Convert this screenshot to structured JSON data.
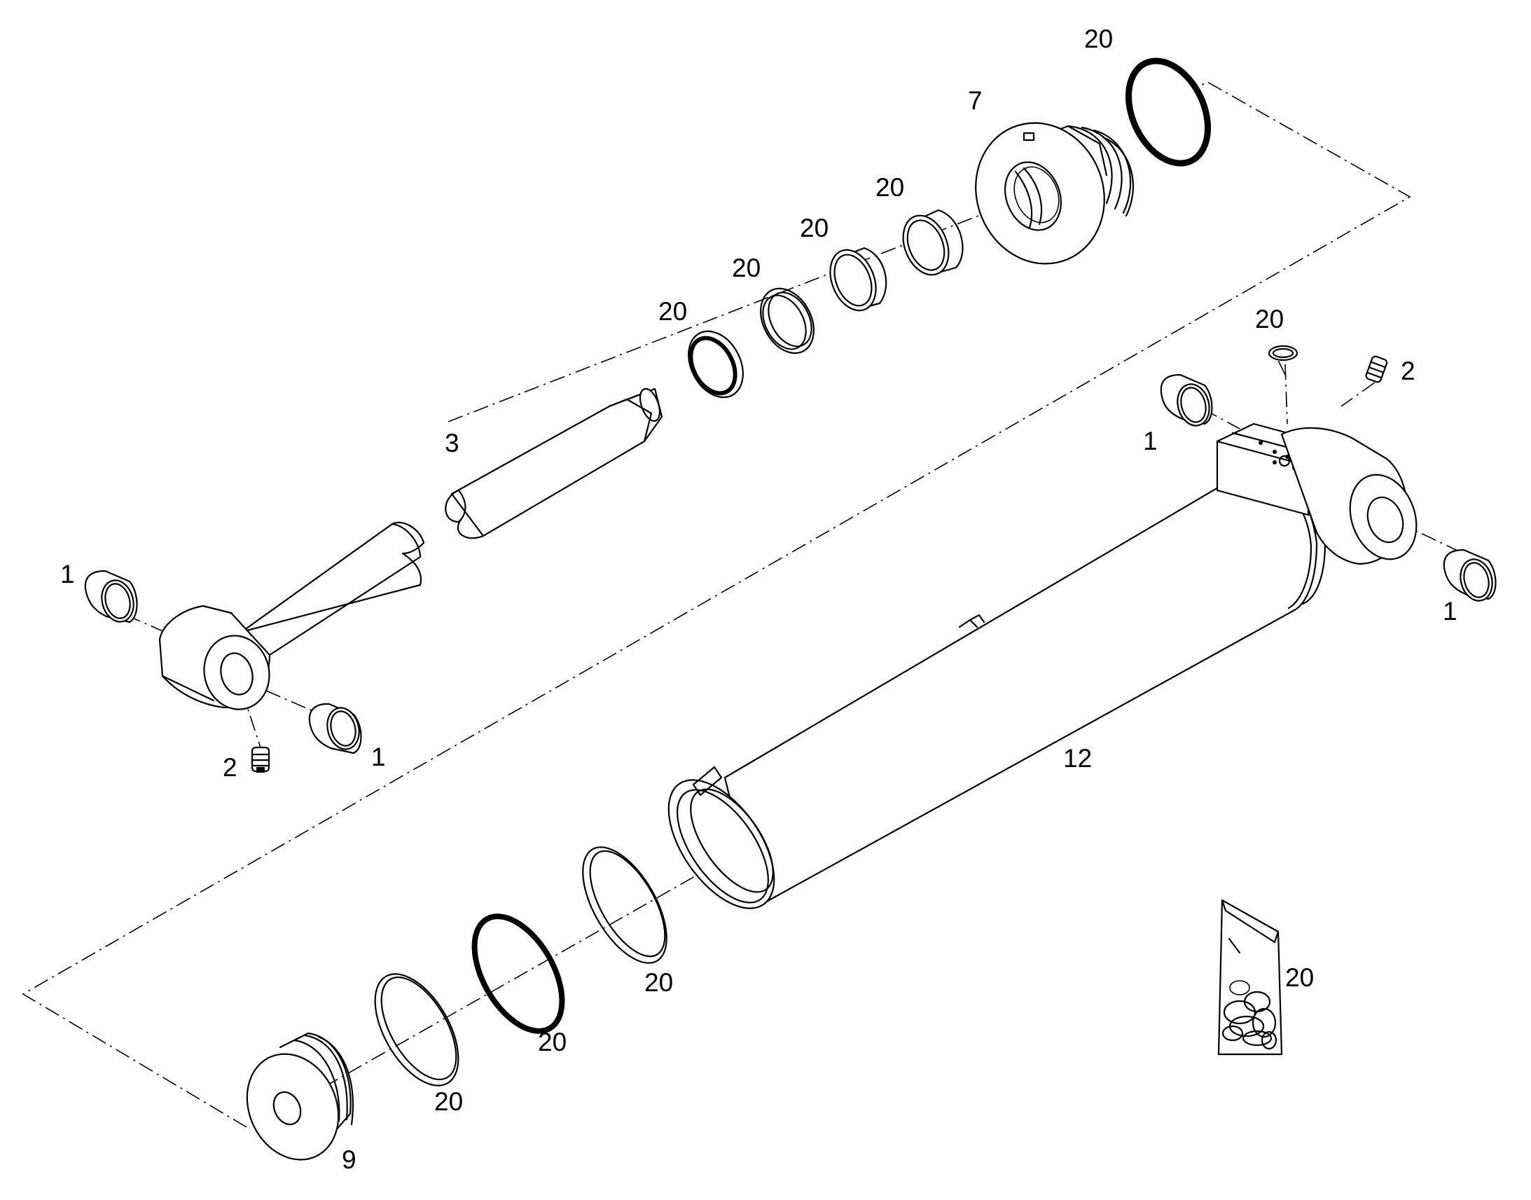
{
  "callouts": {
    "c1_bush_left_a": "1",
    "c1_bush_left_b": "1",
    "c1_bush_right_a": "1",
    "c1_bush_right_b": "1",
    "c2_grease_left": "2",
    "c2_grease_right": "2",
    "c3_rod": "3",
    "c7_gland": "7",
    "c9_piston": "9",
    "c12_barrel": "12",
    "c20_gland_oring": "20",
    "c20_gland_wiper": "20",
    "c20_gland_seal_b": "20",
    "c20_gland_seal_c": "20",
    "c20_gland_seal_d": "20",
    "c20_port_oring": "20",
    "c20_barrel_ring": "20",
    "c20_piston_ring_a": "20",
    "c20_piston_ring_b": "20",
    "c20_seal_kit": "20"
  },
  "icons": {
    "grease_nipple": "grease-nipple-icon",
    "seal_kit": "seal-kit-bag-icon"
  }
}
